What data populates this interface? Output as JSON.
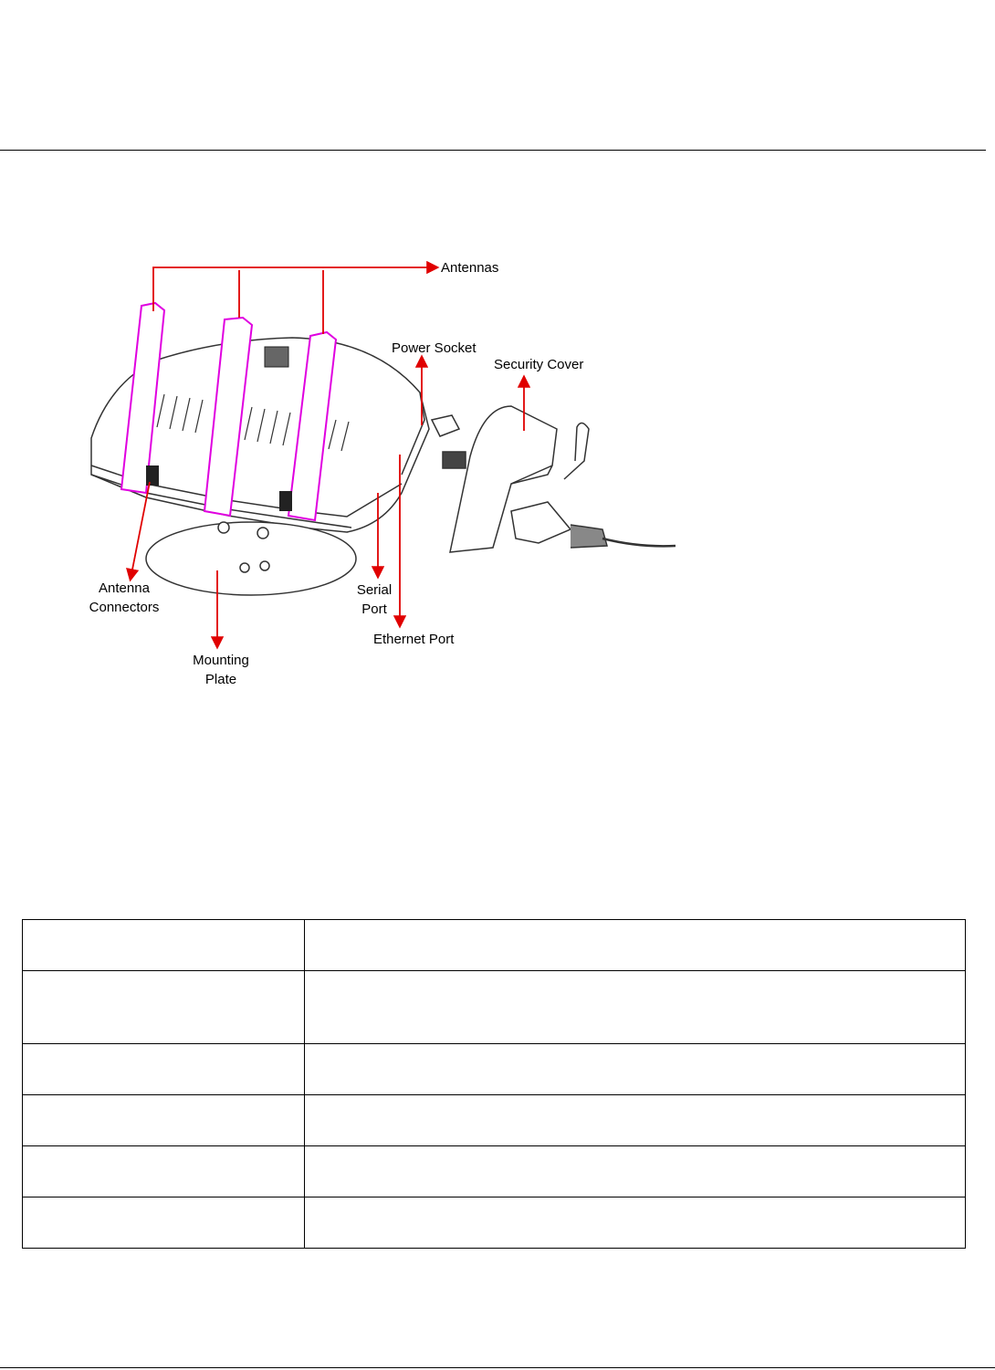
{
  "diagram": {
    "labels": {
      "antennas": "Antennas",
      "power_socket": "Power Socket",
      "security_cover": "Security Cover",
      "antenna_connectors_line1": "Antenna",
      "antenna_connectors_line2": "Connectors",
      "mounting_plate_line1": "Mounting",
      "mounting_plate_line2": "Plate",
      "serial_port_line1": "Serial",
      "serial_port_line2": "Port",
      "ethernet_port": "Ethernet Port"
    },
    "colors": {
      "callout_arrow": "#e00000",
      "antenna_outline": "#e000e0",
      "device_outline": "#333333"
    }
  },
  "table": {
    "rows": [
      {
        "col1": "",
        "col2": ""
      },
      {
        "col1": "",
        "col2": ""
      },
      {
        "col1": "",
        "col2": ""
      },
      {
        "col1": "",
        "col2": ""
      },
      {
        "col1": "",
        "col2": ""
      },
      {
        "col1": "",
        "col2": ""
      }
    ]
  }
}
